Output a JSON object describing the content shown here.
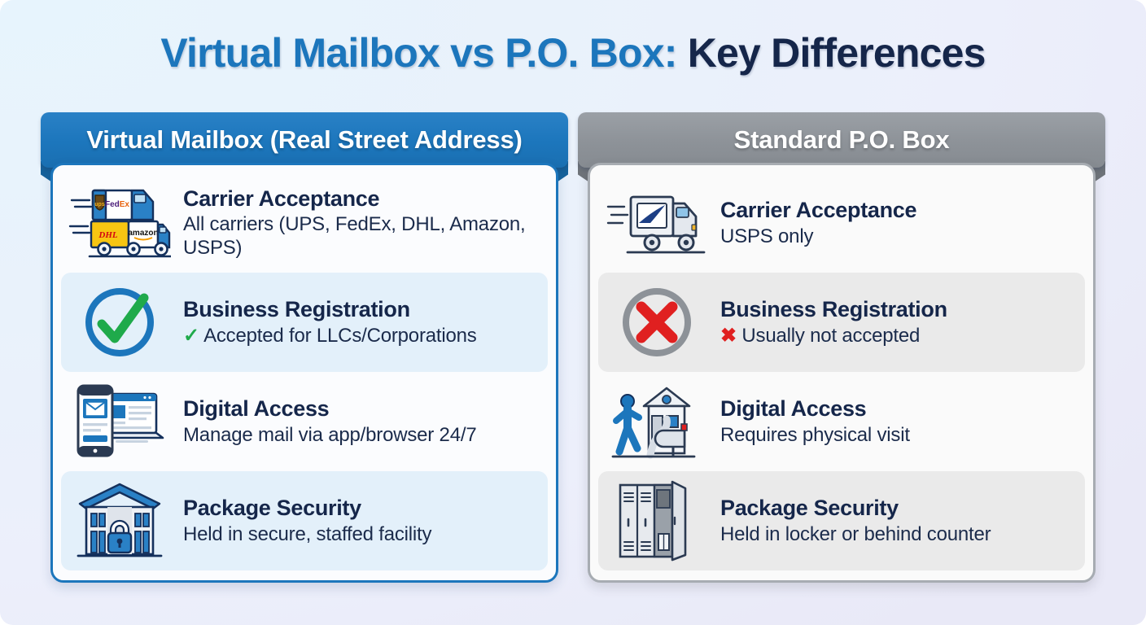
{
  "title": {
    "part_blue": "Virtual Mailbox vs P.O. Box:",
    "part_navy": " Key Differences"
  },
  "colors": {
    "accent_blue": "#1c76bc",
    "navy": "#15264a",
    "gray_header": "#8d9298",
    "green_check": "#1faa4b",
    "red_x": "#e02020",
    "row_highlight_left": "#e3f0fa",
    "row_highlight_right": "#eaeaea",
    "page_bg_from": "#e7f4fd",
    "page_bg_to": "#e9e9f7"
  },
  "panels": [
    {
      "id": "virtual-mailbox",
      "header": "Virtual Mailbox (Real Street Address)",
      "rows": [
        {
          "icon": "delivery-trucks-multi-carrier-icon",
          "title": "Carrier Acceptance",
          "desc": "All carriers (UPS, FedEx, DHL, Amazon, USPS)",
          "mark": "",
          "highlight": false
        },
        {
          "icon": "circle-check-icon",
          "title": "Business Registration",
          "desc": "Accepted for LLCs/Corporations",
          "mark": "✓",
          "highlight": true
        },
        {
          "icon": "phone-laptop-mail-icon",
          "title": "Digital Access",
          "desc": "Manage mail via app/browser 24/7",
          "mark": "",
          "highlight": false
        },
        {
          "icon": "secure-facility-lock-icon",
          "title": "Package Security",
          "desc": "Held in secure, staffed facility",
          "mark": "",
          "highlight": true
        }
      ]
    },
    {
      "id": "standard-po-box",
      "header": "Standard P.O. Box",
      "rows": [
        {
          "icon": "usps-truck-icon",
          "title": "Carrier Acceptance",
          "desc": "USPS only",
          "mark": "",
          "highlight": false
        },
        {
          "icon": "circle-x-icon",
          "title": "Business Registration",
          "desc": "Usually not accepted",
          "mark": "✖",
          "highlight": true
        },
        {
          "icon": "person-walking-to-mailbox-icon",
          "title": "Digital Access",
          "desc": "Requires physical visit",
          "mark": "",
          "highlight": false
        },
        {
          "icon": "lockers-icon",
          "title": "Package Security",
          "desc": "Held in locker or behind counter",
          "mark": "",
          "highlight": true
        }
      ]
    }
  ]
}
